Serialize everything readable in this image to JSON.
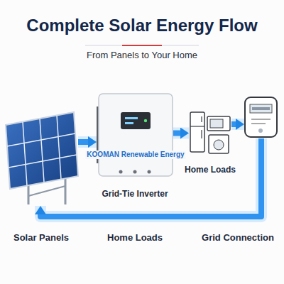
{
  "diagram": {
    "title": "Complete Solar Energy Flow",
    "nodes": [
      {
        "text": [
          "Solar Panels"
        ]
      },
      {
        "text": [
          "Grid-Tie Inverter"
        ]
      },
      {
        "text": [
          "Home Loads"
        ]
      },
      {
        "text": [
          "Grid Connection"
        ]
      }
    ],
    "edges": [
      {
        "from": 0,
        "to": 1,
        "arrow": "to"
      },
      {
        "from": 1,
        "to": 2,
        "arrow": "to"
      },
      {
        "from": 2,
        "to": 3,
        "arrow": "to"
      },
      {
        "from": 3,
        "to": 0,
        "arrow": "to"
      }
    ],
    "labels": [
      "From Panels to Your Home",
      "KOOMAN Renewable Energy",
      "Home Loads"
    ]
  }
}
